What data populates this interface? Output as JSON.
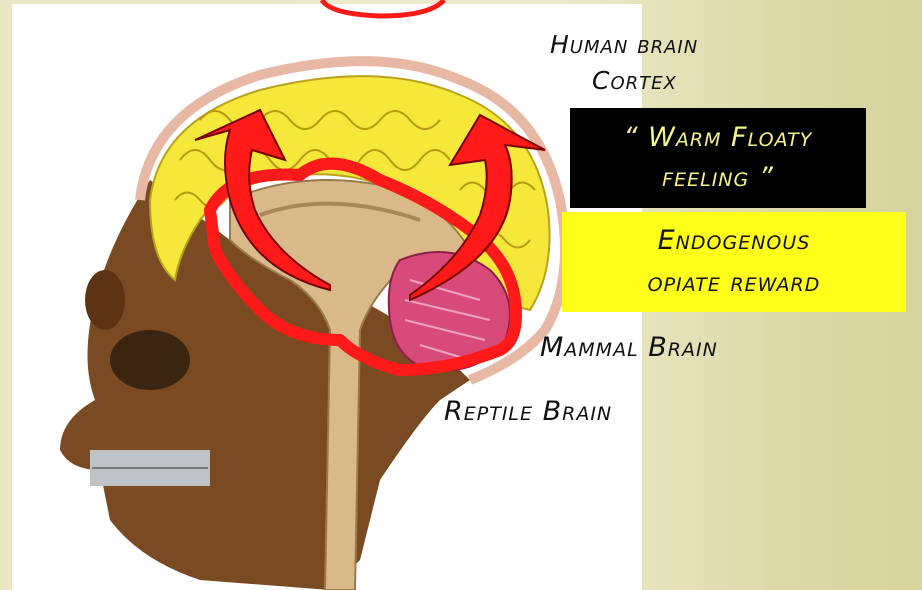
{
  "labels": {
    "human_brain": "Human brain",
    "cortex": "Cortex",
    "mammal_brain": "Mammal Brain",
    "reptile_brain": "Reptile Brain"
  },
  "boxes": {
    "warm_line1": "“ Warm Floaty",
    "warm_line2": "feeling ”",
    "endo_line1": "Endogenous",
    "endo_line2": "opiate reward"
  },
  "colors": {
    "arrow": "#ff1a1a",
    "cortex": "#f5e83a",
    "cerebellum": "#d84a7a",
    "skull": "#7a4a22",
    "highlight_box": "#ffff1a",
    "dark_box": "#000000"
  }
}
